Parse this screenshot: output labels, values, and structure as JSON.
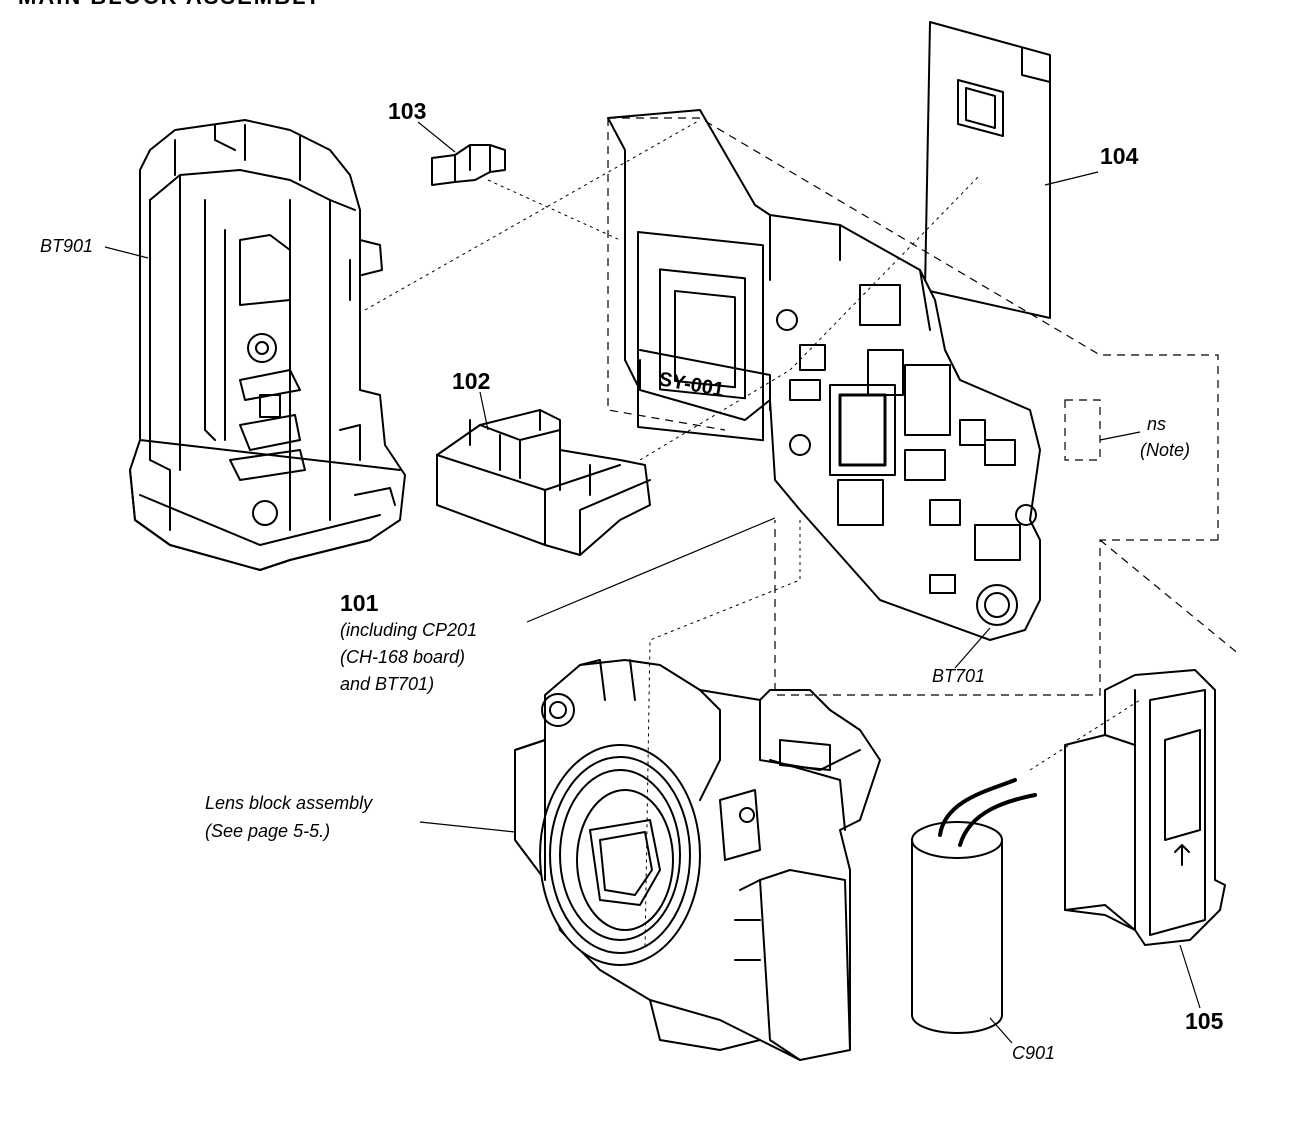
{
  "header": {
    "title": "MAIN BLOCK ASSEMBLY"
  },
  "parts": {
    "p101": "101",
    "p101_note": [
      "(including CP201",
      "(CH-168 board)",
      "and BT701)"
    ],
    "p102": "102",
    "p103": "103",
    "p104": "104",
    "p105": "105",
    "bt901": "BT901",
    "bt701": "BT701",
    "c901": "C901",
    "ns": "ns",
    "ns_note": "(Note)",
    "lens": [
      "Lens block assembly",
      "(See page 5-5.)"
    ],
    "board": "SY-001"
  }
}
